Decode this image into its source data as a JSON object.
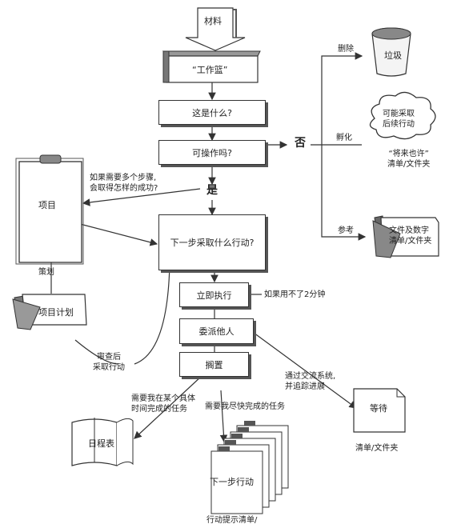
{
  "nodes": {
    "materials": "材料",
    "inbox": "“工作篮”",
    "what_is_it": "这是什么?",
    "actionable": "可操作吗?",
    "next_action": "下一步采取什么行动?",
    "do_it": "立即执行",
    "delegate": "委派他人",
    "defer": "搁置",
    "projects": "项目",
    "project_plans": "项目计划",
    "trash": "垃圾",
    "someday_cloud": [
      "可能采取",
      "后续行动"
    ],
    "someday_list": [
      "“将来也许”",
      "清单/文件夹"
    ],
    "reference": [
      "文件及数字",
      "清单/文件夹"
    ],
    "calendar": "日程表",
    "next_actions": "下一步行动",
    "next_actions_list": [
      "行动提示清单/"
    ],
    "waiting": "等待",
    "waiting_list": "清单/文件夹"
  },
  "labels": {
    "no": "否",
    "yes": "是",
    "delete": "删除",
    "incubate": "孵化",
    "reference_branch": "参考",
    "multi_step": [
      "如果需要多个步骤,",
      "会取得怎样的成功?"
    ],
    "plan": "策划",
    "review": [
      "审查后",
      "采取行动"
    ],
    "under_two_min": "如果用不了2分钟",
    "specific_time": [
      "需要我在某个具体",
      "时间完成的任务"
    ],
    "asap": "需要我尽快完成的任务",
    "communicate": [
      "通过交流系统,",
      "并追踪进展"
    ]
  }
}
